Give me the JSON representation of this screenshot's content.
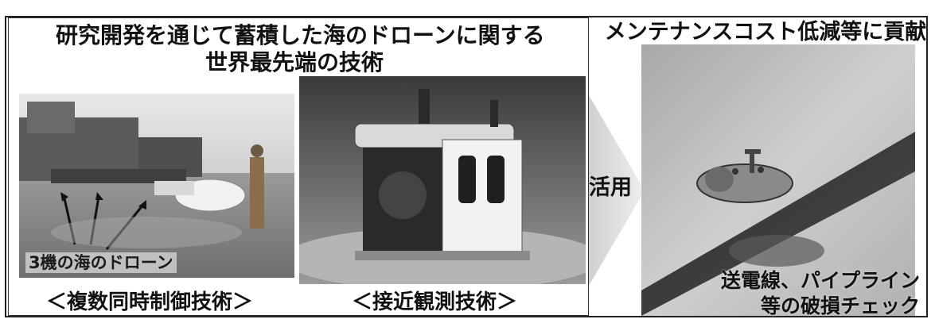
{
  "left": {
    "title_line1": "研究開発を通じて蓄積した海のドローンに関する",
    "title_line2": "世界最先端の技術",
    "photo1_overlay": "3機の海のドローン",
    "caption1": "＜複数同時制御技術＞",
    "caption2": "＜接近観測技術＞"
  },
  "middle": {
    "use_label": "活用"
  },
  "right": {
    "title": "メンテナンスコスト低減等に貢献",
    "label_line1": "送電線、パイプライン",
    "label_line2": "等の破損チェック"
  }
}
